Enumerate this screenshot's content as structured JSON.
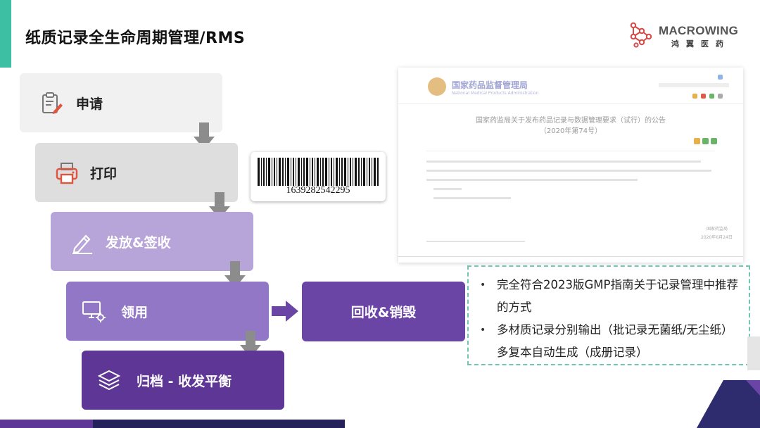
{
  "header": {
    "title": "纸质记录全生命周期管理/RMS"
  },
  "logo": {
    "brand_en": "MACROWING",
    "brand_cn": "鸿翼医药"
  },
  "process": {
    "steps": [
      {
        "label": "申请",
        "icon": "clipboard-edit-icon"
      },
      {
        "label": "打印",
        "icon": "printer-icon"
      },
      {
        "label": "发放&签收",
        "icon": "pen-icon"
      },
      {
        "label": "领用",
        "icon": "monitor-gear-icon"
      },
      {
        "label": "归档 - 收发平衡",
        "icon": "layers-icon"
      }
    ],
    "recycle": {
      "label": "回收&销毁"
    }
  },
  "barcode": {
    "number": "1639282542295"
  },
  "document": {
    "agency": "国家药品监督管理局",
    "agency_en": "National Medical Products Administration",
    "heading_line1": "国家药监局关于发布药品记录与数据管理要求（试行）的公告",
    "heading_line2": "（2020年第74号）",
    "signature_org": "国家药监局",
    "signature_date": "2020年6月24日"
  },
  "bullets": [
    "完全符合2023版GMP指南关于记录管理中推荐的方式",
    "多材质记录分别输出（批记录无菌纸/无尘纸）多复本自动生成（成册记录）"
  ],
  "colors": {
    "accent_green": "#3dbfa3",
    "purple_light": "#b7a4d8",
    "purple_mid": "#9377c7",
    "purple_dark": "#5e3796",
    "navy": "#25215a"
  }
}
